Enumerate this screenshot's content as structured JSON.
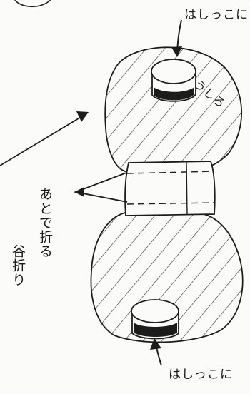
{
  "labels": {
    "top_edge": "はしっこに",
    "back": "うしろ",
    "fold_later": "あとで折る",
    "valley_fold": "谷折り",
    "bottom_edge": "はしっこに"
  },
  "colors": {
    "ink": "#1c1c1c",
    "paper": "#fbfbf9"
  }
}
